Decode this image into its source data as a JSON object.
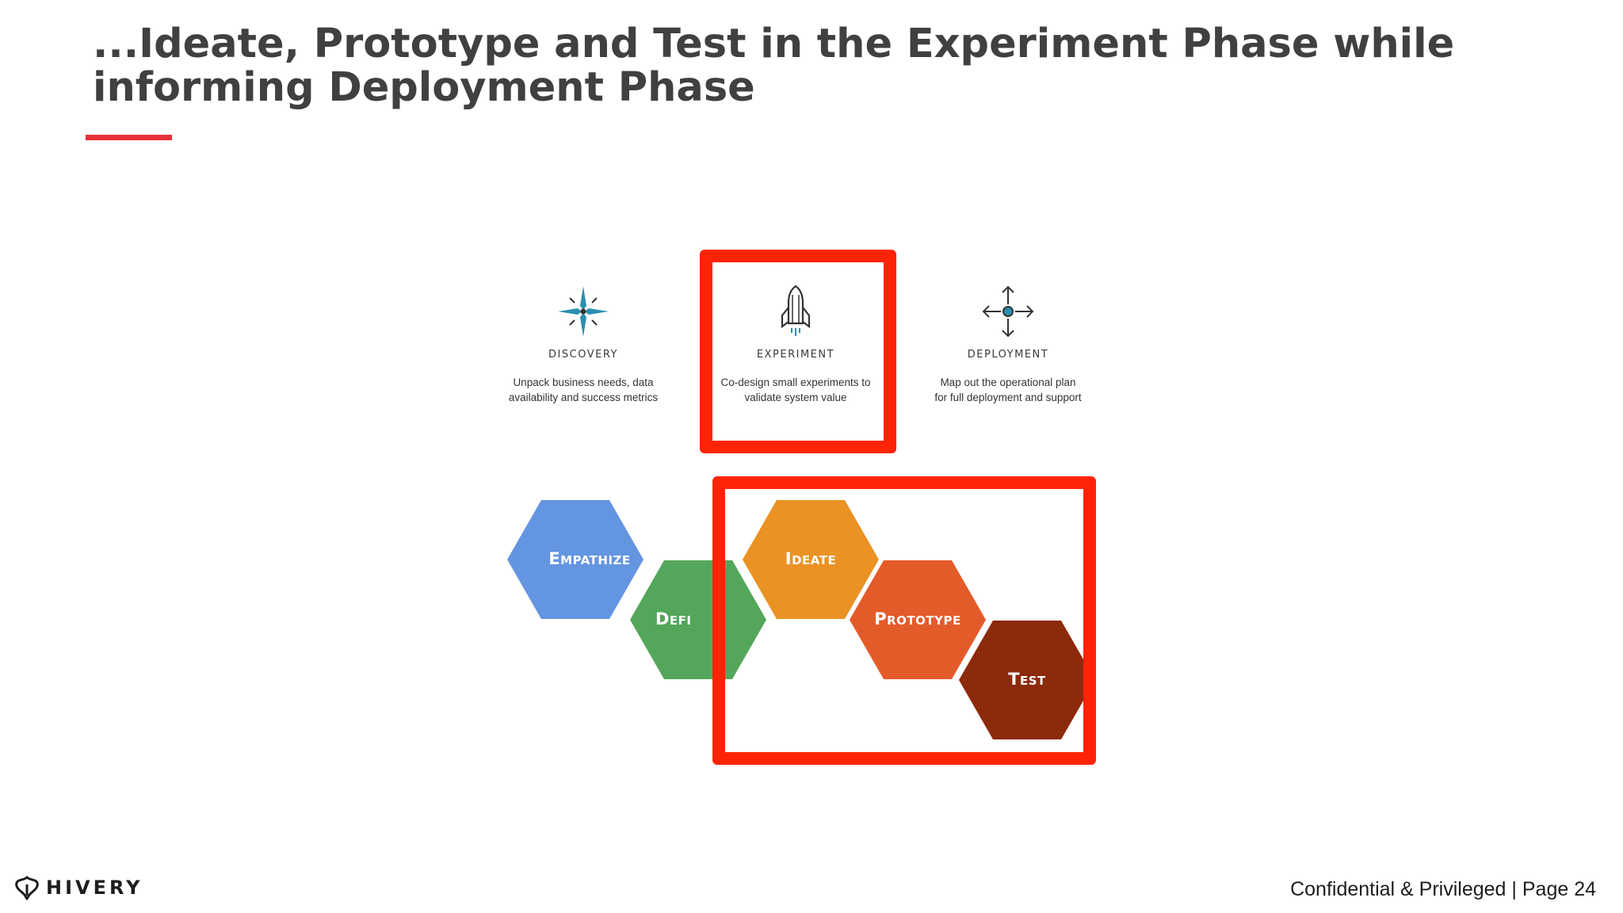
{
  "slide": {
    "title": "...Ideate, Prototype and Test in the Experiment Phase while informing Deployment Phase"
  },
  "phases": [
    {
      "title": "DISCOVERY",
      "description": "Unpack business needs, data availability and success metrics",
      "icon": "compass-icon"
    },
    {
      "title": "EXPERIMENT",
      "description": "Co-design small experiments to validate system value",
      "icon": "rocket-icon"
    },
    {
      "title": "DEPLOYMENT",
      "description": "Map out the operational plan for full deployment and support",
      "icon": "expand-arrows-icon"
    }
  ],
  "design_thinking": {
    "stages": [
      {
        "label": "Empathize",
        "color": "#6495e0"
      },
      {
        "label": "Defi",
        "color": "#54a75a"
      },
      {
        "label": "Ideate",
        "color": "#ea9224"
      },
      {
        "label": "Prototype",
        "color": "#e45b2a"
      },
      {
        "label": "Test",
        "color": "#8c2a0c"
      }
    ]
  },
  "highlight_color": "#ff2408",
  "accent_color": "#e8323c",
  "footer": {
    "brand": "HIVERY",
    "confidential": "Confidential & Privileged |",
    "page": "Page 24"
  }
}
